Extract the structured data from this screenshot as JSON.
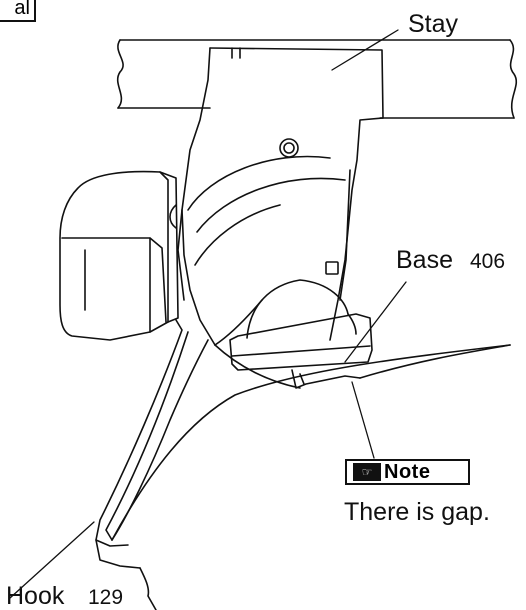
{
  "corner_fragment": "al",
  "labels": {
    "stay": "Stay",
    "base": "Base",
    "base_number": "406",
    "hook": "Hook",
    "hook_number": "129",
    "note": "Note",
    "note_text": "There is gap."
  },
  "icons": {
    "note": "pointing-hand-icon"
  },
  "colors": {
    "line": "#111111",
    "background": "#ffffff"
  }
}
